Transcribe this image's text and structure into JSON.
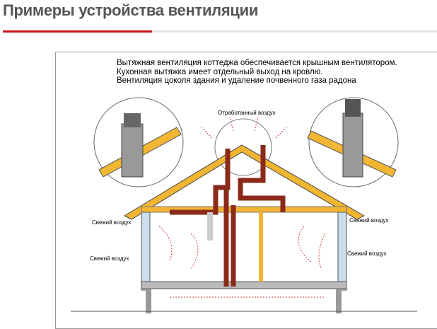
{
  "page_title": "Примеры устройства вентиляции",
  "diagram": {
    "caption": [
      "Вытяжная вентиляция коттеджа обеспечивается крышным вентилятором.",
      "Кухонная вытяжка имеет отдельный выход на кровлю.",
      "Вентиляция цоколя здания и удаление почвенного газа радона"
    ],
    "exhaust_label": "Отработанный воздух",
    "fresh_air_labels": [
      "Свежий воздух",
      "Свежий воздух",
      "Свежий воздух",
      "Свежий воздух"
    ],
    "colors": {
      "accent": "#d0111b",
      "duct": "#8b2a1a",
      "wood": "#f2b632",
      "arrows": "#d23a3a"
    }
  }
}
